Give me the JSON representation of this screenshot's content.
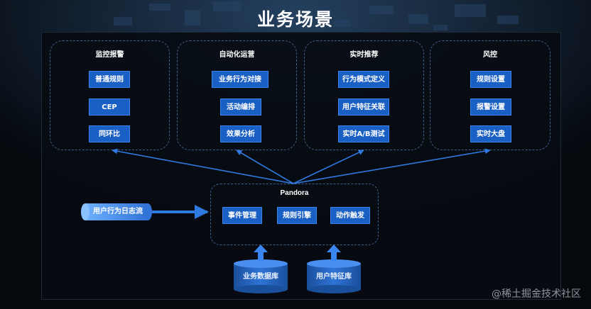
{
  "title": "业务场景",
  "groups": [
    {
      "title": "监控报警",
      "items": [
        "普通规则",
        "CEP",
        "同环比"
      ]
    },
    {
      "title": "自动化运营",
      "items": [
        "业务行为对接",
        "活动编排",
        "效果分析"
      ]
    },
    {
      "title": "实时推荐",
      "items": [
        "行为模式定义",
        "用户特征关联",
        "实时A/B测试"
      ]
    },
    {
      "title": "风控",
      "items": [
        "规则设置",
        "报警设置",
        "实时大盘"
      ]
    }
  ],
  "pandora": {
    "title": "Pandora",
    "items": [
      "事件管理",
      "规则引擎",
      "动作触发"
    ]
  },
  "log_stream": "用户行为日志流",
  "databases": [
    "业务数据库",
    "用户特征库"
  ],
  "watermark": "@稀土掘金技术社区",
  "colors": {
    "accent": "#1a5fc4",
    "border": "#3d5f87",
    "arrow": "#2f7ae0"
  }
}
